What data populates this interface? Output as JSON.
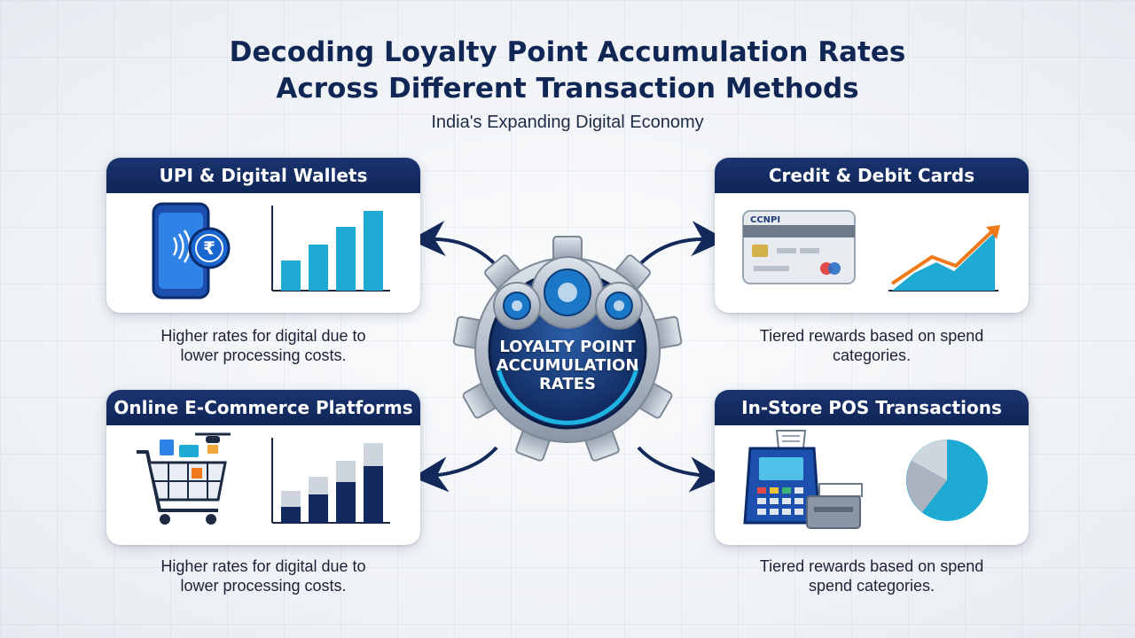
{
  "header": {
    "title_line1": "Decoding Loyalty Point Accumulation Rates",
    "title_line2": "Across Different Transaction Methods",
    "subtitle": "India's Expanding Digital Economy"
  },
  "hub": {
    "label_line1": "LOYALTY POINT",
    "label_line2": "ACCUMULATION",
    "label_line3": "RATES"
  },
  "cards": {
    "upi": {
      "title": "UPI & Digital Wallets",
      "caption_line1": "Higher rates for digital due to",
      "caption_line2": "lower processing costs.",
      "currency_symbol": "₹"
    },
    "cards": {
      "title": "Credit & Debit Cards",
      "caption_line1": "Tiered rewards based on spend",
      "caption_line2": "categories.",
      "card_brand": "CCNPI"
    },
    "ecommerce": {
      "title": "Online E-Commerce Platforms",
      "caption_line1": "Higher rates for digital due to",
      "caption_line2": "lower processing costs."
    },
    "pos": {
      "title": "In-Store POS Transactions",
      "caption_line1": "Tiered rewards based on spend",
      "caption_line2": "spend categories."
    }
  },
  "colors": {
    "navy": "#0f2556",
    "teal": "#19a9d4",
    "orange": "#f07a1a",
    "steel": "#9aa6b4"
  }
}
